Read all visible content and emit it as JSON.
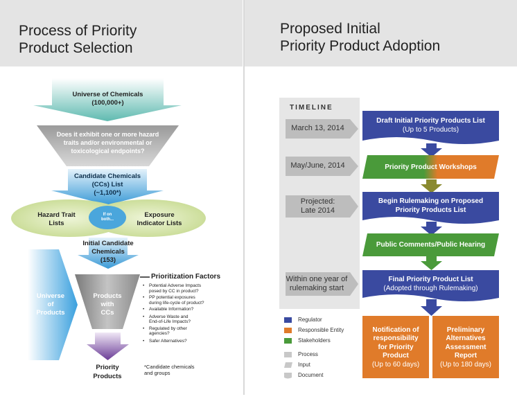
{
  "left": {
    "title": "Process of Priority\nProduct Selection",
    "universe_chemicals": "Universe of Chemicals\n(100,000+)",
    "hazard_question": "Does it exhibit one or more hazard\ntraits and/or environmental or\ntoxicological endpoints?",
    "candidate_chemicals": "Candidate Chemicals\n(CCs) List\n(~1,100*)",
    "hazard_trait_lists": "Hazard Trait\nLists",
    "if_on_both": "If on\nboth...",
    "exposure_indicator_lists": "Exposure\nIndicator Lists",
    "initial_candidate": "Initial Candidate\nChemicals\n(153)",
    "universe_products": "Universe\nof\nProducts",
    "products_with_ccs": "Products\nwith\nCCs",
    "priority_products": "Priority\nProducts",
    "footnote": "*Candidate chemicals\nand groups",
    "factors_title": "Prioritization Factors",
    "factors": [
      "Potential Adverse Impacts\nposed by CC in product?",
      "PP potential exposures\nduring life-cycle of product?",
      "Available Information?",
      "Adverse Waste and\nEnd-of-Life Impacts?",
      "Regulated by other\nagencies?",
      "Safer Alternatives?"
    ]
  },
  "right": {
    "title": "Proposed Initial\nPriority Product Adoption",
    "timeline_label": "TIMELINE",
    "timeline": [
      "March 13, 2014",
      "May/June, 2014",
      "Projected:\nLate 2014",
      "Within one year of\nrulemaking start"
    ],
    "steps": [
      {
        "text": "Draft Initial Priority Products List",
        "sub": "(Up to 5 Products)",
        "role": "regulator"
      },
      {
        "text": "Priority Product Workshops",
        "sub": "",
        "role": "mixed"
      },
      {
        "text": "Begin Rulemaking on Proposed\nPriority Products List",
        "sub": "",
        "role": "regulator"
      },
      {
        "text": "Public Comments/Public Hearing",
        "sub": "",
        "role": "stakeholders"
      },
      {
        "text": "Final Priority Product List",
        "sub": "(Adopted through Rulemaking)",
        "role": "regulator"
      }
    ],
    "final_left": {
      "text": "Notification of\nresponsibility\nfor Priority\nProduct",
      "sub": "(Up to 60 days)"
    },
    "final_right": {
      "text": "Preliminary\nAlternatives\nAssessment\nReport",
      "sub": "(Up to 180 days)"
    },
    "legend": [
      {
        "label": "Regulator",
        "color": "#3a4aa0",
        "shape": "square"
      },
      {
        "label": "Responsible Entity",
        "color": "#e07b2a",
        "shape": "square"
      },
      {
        "label": "Stakeholders",
        "color": "#4a9a3a",
        "shape": "square"
      },
      {
        "label": "Process",
        "color": "#c8c8c8",
        "shape": "process"
      },
      {
        "label": "Input",
        "color": "#c8c8c8",
        "shape": "input"
      },
      {
        "label": "Document",
        "color": "#c8c8c8",
        "shape": "document"
      }
    ]
  },
  "colors": {
    "regulator": "#3a4aa0",
    "responsible": "#e07b2a",
    "stakeholders": "#4a9a3a",
    "header_bg": "#e4e4e4",
    "arrow_grey": "#a8a8a8",
    "ellipse_green": "#cfe0a0",
    "teal": "#6cc0b8",
    "blue": "#4aa6dc",
    "purple": "#6a3c96"
  }
}
